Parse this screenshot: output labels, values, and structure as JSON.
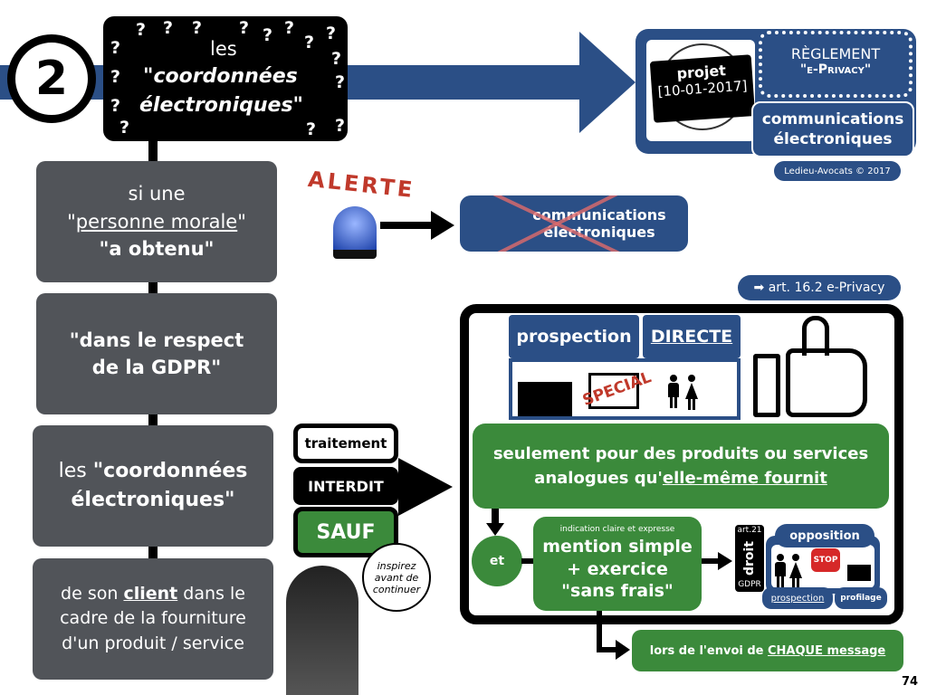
{
  "step_number": "2",
  "title": {
    "les": "les",
    "line1": "\"coordonnées",
    "line2": "électroniques\"",
    "question_mark": "?"
  },
  "regulation": {
    "project_label": "projet",
    "project_date": "[10-01-2017]",
    "reglement": "RÈGLEMENT",
    "eprivacy": "\"e-Privacy\"",
    "communications": "communications",
    "electroniques": "électroniques",
    "copyright": "Ledieu-Avocats © 2017"
  },
  "conditions": [
    {
      "pre": "si une",
      "quote_open": "\"",
      "link": "personne morale",
      "quote_close": "\"",
      "bold": "\"a obtenu\""
    },
    {
      "bold1": "\"dans le respect",
      "bold2": "de la GDPR\""
    },
    {
      "pre": "les ",
      "bold1": "\"coordonnées",
      "bold2": "électroniques\""
    },
    {
      "pre": "de son ",
      "link": "client",
      "post": " dans le",
      "line2": "cadre de la fourniture",
      "line3": "d'un produit / service"
    }
  ],
  "alert": {
    "label": "ALERTE",
    "crossed_line1": "communications",
    "crossed_line2": "électroniques"
  },
  "rule": {
    "traitement": "traitement",
    "interdit": "INTERDIT",
    "sauf": "SAUF",
    "bubble": "inspirez avant de continuer"
  },
  "article_ref": "➡ art. 16.2 e-Privacy",
  "exception": {
    "prospection": "prospection",
    "directe": "DIRECTE",
    "special": "SPECIAL",
    "condition_line1": "seulement pour des produits ou services",
    "condition_line2_pre": "analogues qu'",
    "condition_line2_link": "elle-même fournit",
    "et": "et",
    "indication": "indication claire et expresse",
    "mention1": "mention simple",
    "mention2": "+ exercice",
    "mention3": "\"sans frais\"",
    "art21": "art.21",
    "droit": "droit",
    "gdpr": "GDPR",
    "opposition": "opposition",
    "stop": "STOP",
    "prospection_tag": "prospection",
    "profilage": "profilage",
    "chaque_pre": "lors de l'envoi de ",
    "chaque_link": "CHAQUE message"
  },
  "page_number": "74",
  "colors": {
    "blue": "#2b4f86",
    "grey": "#515459",
    "green": "#3b8a3b",
    "black": "#000000"
  }
}
